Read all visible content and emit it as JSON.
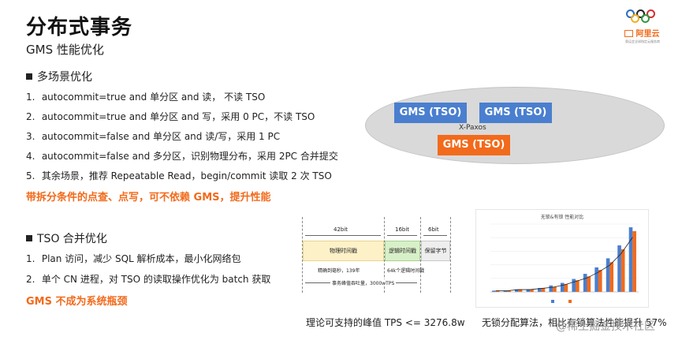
{
  "title": "分布式事务",
  "subtitle": "GMS 性能优化",
  "logo": {
    "brand_text": "阿里云",
    "tagline": "奥运会全球指定云服务商"
  },
  "section1": {
    "heading": "多场景优化",
    "items": [
      {
        "num": "1.",
        "text": "autocommit=true and 单分区 and 读， 不读 TSO"
      },
      {
        "num": "2.",
        "text": "autocommit=true and 单分区 and 写，采用 0 PC，不读 TSO"
      },
      {
        "num": "3.",
        "text": "autocommit=false and 单分区 and 读/写，采用 1 PC"
      },
      {
        "num": "4.",
        "text": "autocommit=false and 多分区，识别物理分布，采用 2PC 合并提交"
      },
      {
        "num": "5.",
        "text": "其余场景，推荐 Repeatable Read，begin/commit 读取 2 次 TSO"
      }
    ],
    "highlight": "带拆分条件的点查、点写，可不依赖 GMS，提升性能"
  },
  "section2": {
    "heading": "TSO 合并优化",
    "items": [
      {
        "num": "1.",
        "text": "Plan 访问，减少 SQL 解析成本，最小化网络包"
      },
      {
        "num": "2.",
        "text": "单个 CN 进程，对 TSO 的读取操作优化为 batch 获取"
      }
    ],
    "highlight": "GMS 不成为系统瓶颈"
  },
  "diagram": {
    "nodes": [
      "GMS (TSO)",
      "GMS (TSO)",
      "GMS (TSO)"
    ],
    "protocol": "X-Paxos",
    "colors": {
      "follower": "#4a7fcf",
      "leader": "#f26a1b",
      "ellipse": "#d9d9d9"
    }
  },
  "tso_layout": {
    "bits": [
      "42bit",
      "16bit",
      "6bit"
    ],
    "fields": [
      "物理时间戳",
      "逻辑时间戳",
      "保留字节"
    ],
    "notes": [
      "精确到毫秒，139年",
      "64k个逻辑时间戳"
    ],
    "peak_label": "事务峰值吞吐量，3000wTPS",
    "caption": "理论可支持的峰值 TPS <= 3276.8w"
  },
  "mini_chart": {
    "title": "无锁&有锁 性能对比",
    "caption": "无锁分配算法，相比有锁算法性能提升 57%",
    "colors": {
      "s1": "#4a7fcf",
      "s2": "#f26a1b",
      "curve": "#222222"
    },
    "s1": [
      1,
      1,
      2,
      2,
      3,
      5,
      7,
      10,
      14,
      19,
      26,
      36,
      50
    ],
    "s2": [
      1,
      1,
      2,
      2,
      3,
      4,
      6,
      9,
      12,
      17,
      23,
      33,
      47
    ]
  },
  "watermark": "@稀土掘金技术社区"
}
